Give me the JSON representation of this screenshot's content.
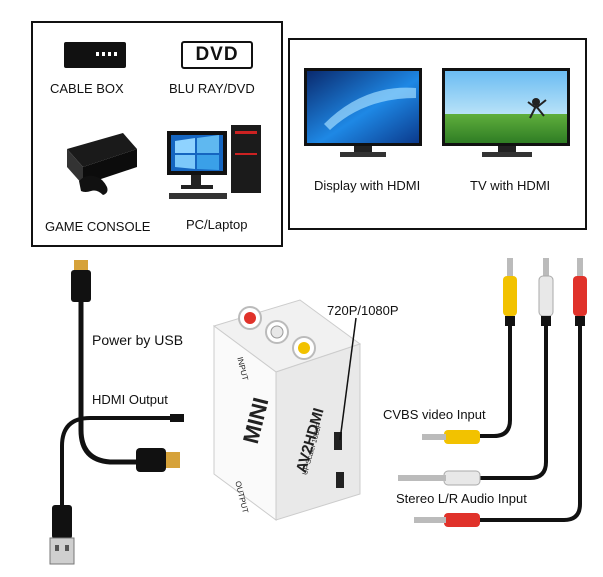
{
  "sources": {
    "cable_box": "CABLE BOX",
    "bluray": "BLU RAY/DVD",
    "dvd_logo": "DVD",
    "game_console": "GAME CONSOLE",
    "pc": "PC/Laptop"
  },
  "displays": {
    "display_hdmi": "Display with HDMI",
    "tv_hdmi": "TV with HDMI"
  },
  "labels": {
    "power_usb": "Power by USB",
    "hdmi_output": "HDMI Output",
    "resolution": "720P/1080P",
    "cvbs": "CVBS video Input",
    "stereo": "Stereo L/R Audio Input"
  },
  "device": {
    "brand": "MINI",
    "model": "AV2HDMI",
    "subtitle": "UP Scaler 1080P",
    "input": "INPUT",
    "output": "OUTPUT"
  },
  "colors": {
    "rca_yellow": "#f2c200",
    "rca_white": "#e8e8e8",
    "rca_red": "#e0322a",
    "hdmi_gold": "#d6a23a"
  }
}
